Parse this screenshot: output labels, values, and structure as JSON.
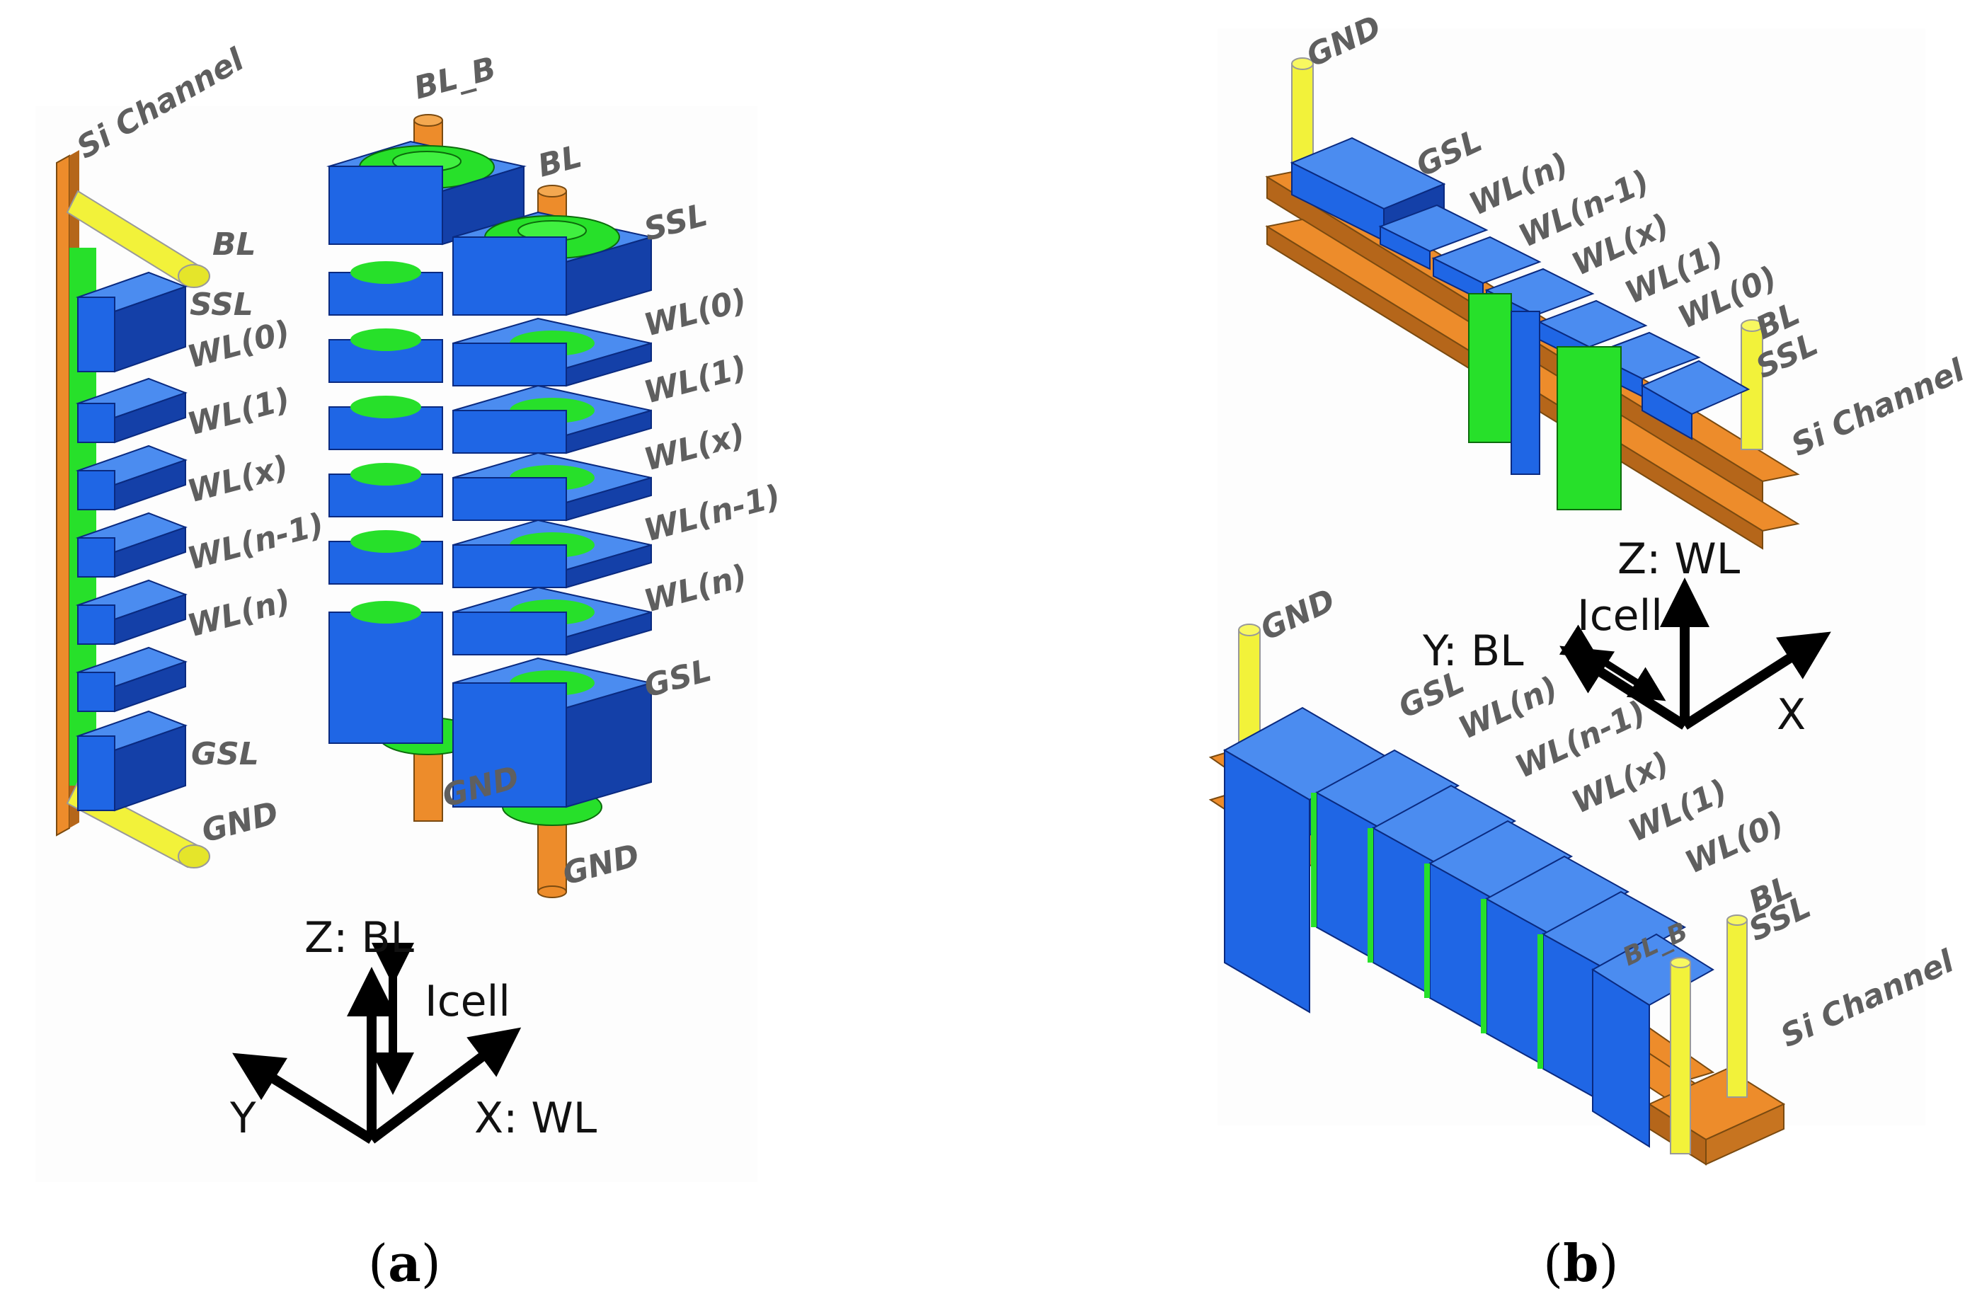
{
  "colors": {
    "blue": "#1f66e5",
    "blue_dark": "#1440a8",
    "blue_top": "#4b8cf0",
    "green": "#27e02a",
    "orange": "#ed8c2b",
    "orange_dark": "#b5661a",
    "yellow": "#f2f23a",
    "label_gray": "#5f5f5f"
  },
  "panel_a": {
    "caption": "a",
    "labels": {
      "si_channel": "Si Channel",
      "bl": "BL",
      "ssl": "SSL",
      "wl0": "WL(0)",
      "wl1": "WL(1)",
      "wlx": "WL(x)",
      "wln1": "WL(n-1)",
      "wln": "WL(n)",
      "gsl": "GSL",
      "gnd": "GND"
    },
    "pillar_labels": {
      "bl_b": "BL_B",
      "bl": "BL",
      "ssl": "SSL",
      "wl0": "WL(0)",
      "wl1": "WL(1)",
      "wlx": "WL(x)",
      "wln1": "WL(n-1)",
      "wln": "WL(n)",
      "gsl": "GSL",
      "gnd_back": "GND",
      "gnd_front": "GND"
    },
    "axes": {
      "z": "Z: BL",
      "icell": "Icell",
      "y": "Y",
      "x": "X: WL"
    }
  },
  "panel_b": {
    "caption": "b",
    "top_labels": {
      "gnd": "GND",
      "gsl": "GSL",
      "wln": "WL(n)",
      "wln1": "WL(n-1)",
      "wlx": "WL(x)",
      "wl1": "WL(1)",
      "wl0": "WL(0)",
      "bl": "BL",
      "ssl": "SSL",
      "si_channel": "Si Channel"
    },
    "axes": {
      "z": "Z: WL",
      "icell": "Icell",
      "y": "Y: BL",
      "x": "X"
    },
    "bottom_labels": {
      "gnd": "GND",
      "gsl": "GSL",
      "wln": "WL(n)",
      "wln1": "WL(n-1)",
      "wlx": "WL(x)",
      "wl1": "WL(1)",
      "wl0": "WL(0)",
      "bl_b": "BL_B",
      "bl": "BL",
      "ssl": "SSL",
      "si_channel": "Si Channel"
    }
  }
}
